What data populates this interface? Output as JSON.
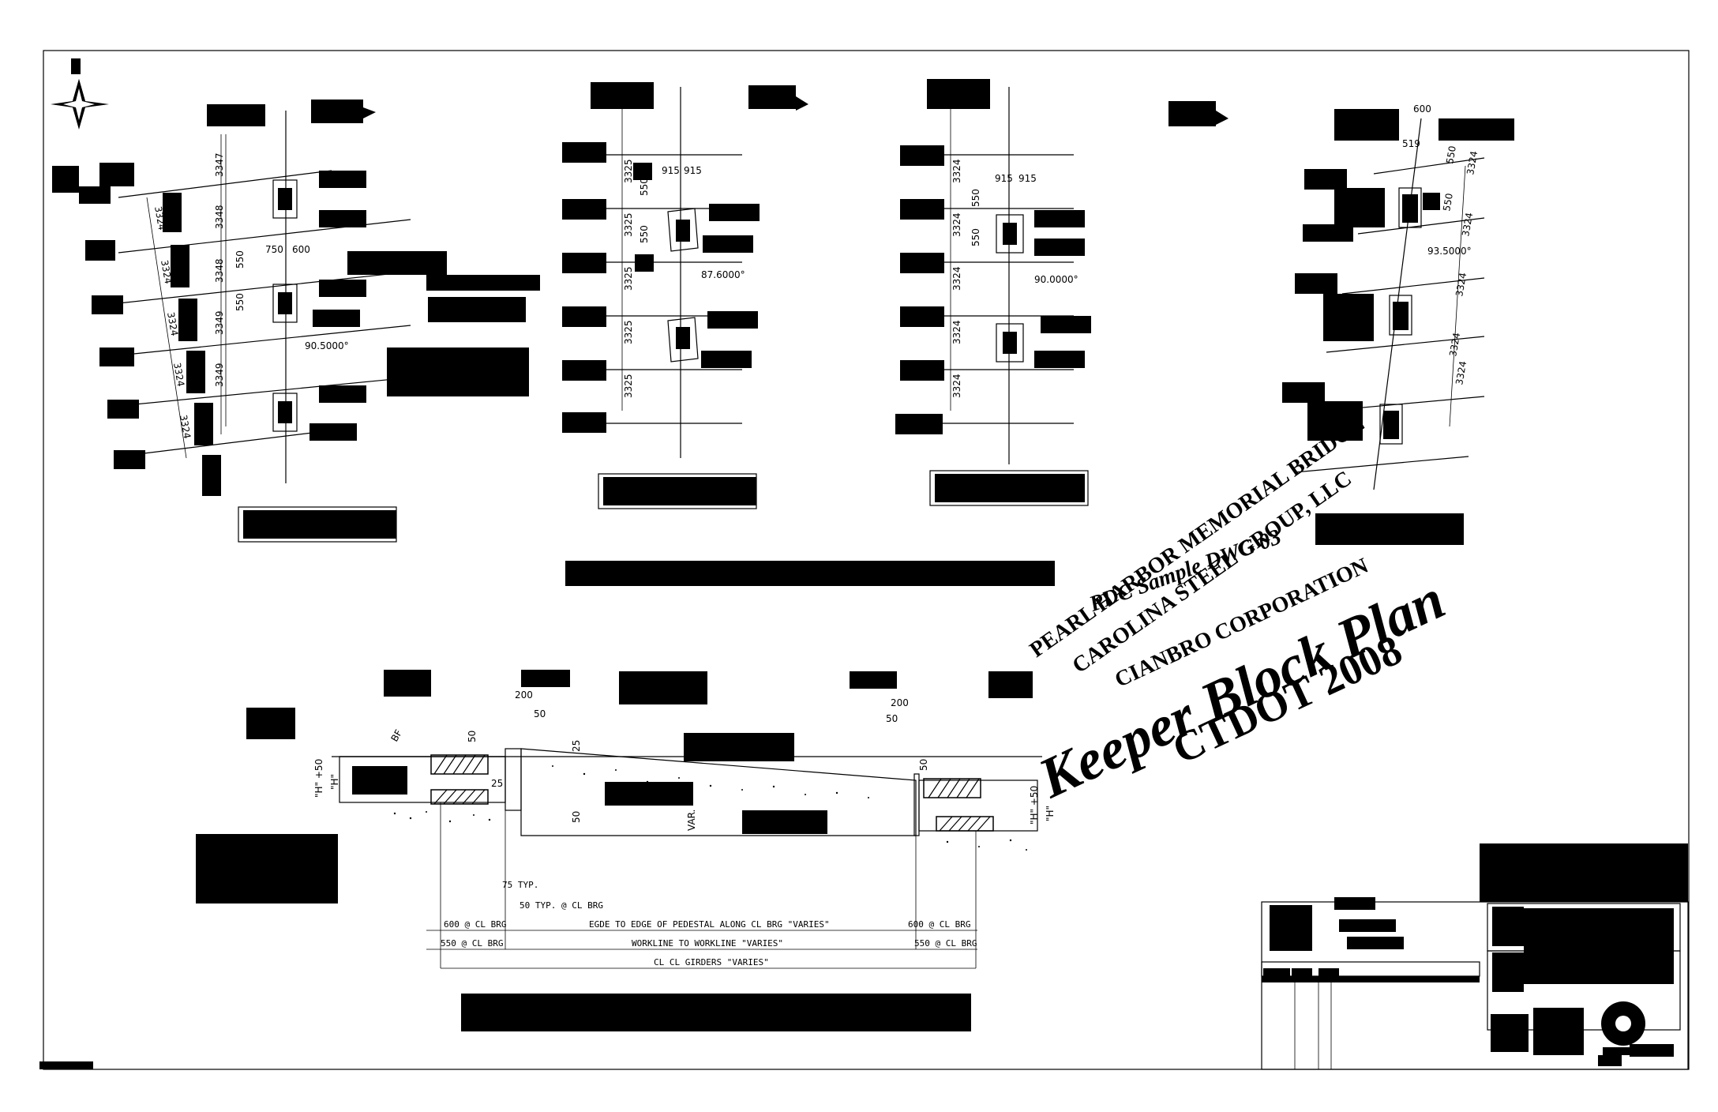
{
  "watermark": {
    "line1": "PDC Sample DWG 03",
    "line2": "PEARL HARBOR MEMORIAL BRIDGE",
    "line3": "CAROLINA STEEL GROUP, LLC",
    "line4": "CIANBRO CORPORATION",
    "title": "Keeper Block Plan",
    "subtitle": "CTDOT 2008"
  },
  "plan1": {
    "dims_vertical": [
      "3347",
      "3348",
      "3348",
      "3349",
      "3349"
    ],
    "dims_left": [
      "3324",
      "3324",
      "3324",
      "3324",
      "3324"
    ],
    "dim_750": "750",
    "dim_600": "600",
    "dim_550a": "550",
    "dim_550b": "550",
    "angle": "90.5000°"
  },
  "plan2": {
    "dims_vertical": [
      "3325",
      "3325",
      "3325",
      "3325",
      "3325"
    ],
    "dim_915a": "915",
    "dim_915b": "915",
    "dim_550a": "550",
    "dim_550b": "550",
    "angle": "87.6000°"
  },
  "plan3": {
    "dims_vertical": [
      "3324",
      "3324",
      "3324",
      "3324",
      "3324"
    ],
    "dim_915a": "915",
    "dim_915b": "915",
    "dim_550a": "550",
    "dim_550b": "550",
    "angle": "90.0000°"
  },
  "plan4": {
    "dim_600": "600",
    "dim_519": "519",
    "dim_550a": "550",
    "dim_550b": "550",
    "dims_right": [
      "3324",
      "3324",
      "3324",
      "3324"
    ],
    "angle": "93.5000°"
  },
  "section": {
    "dim_200a": "200",
    "dim_200b": "200",
    "dim_50a": "50",
    "dim_50b": "50",
    "dim_50c": "50",
    "dim_50d": "50",
    "dim_50e": "50",
    "dim_25a": "25",
    "dim_25b": "25",
    "h50_left": "\"H\" +50",
    "h_left": "\"H\"",
    "h50_right": "\"H\" +50",
    "h_right": "\"H\"",
    "var": "VAR.",
    "bf": "BF",
    "typ75": "75 TYP.",
    "typ50": "50 TYP. @ CL BRG",
    "row1_left": "600 @ CL BRG",
    "row1_mid": "EGDE TO EDGE OF PEDESTAL ALONG CL BRG \"VARIES\"",
    "row1_right": "600 @ CL BRG",
    "row2_left": "550 @ CL BRG",
    "row2_mid": "WORKLINE TO WORKLINE \"VARIES\"",
    "row2_right": "550 @ CL BRG",
    "row3_mid": "CL CL GIRDERS \"VARIES\""
  }
}
